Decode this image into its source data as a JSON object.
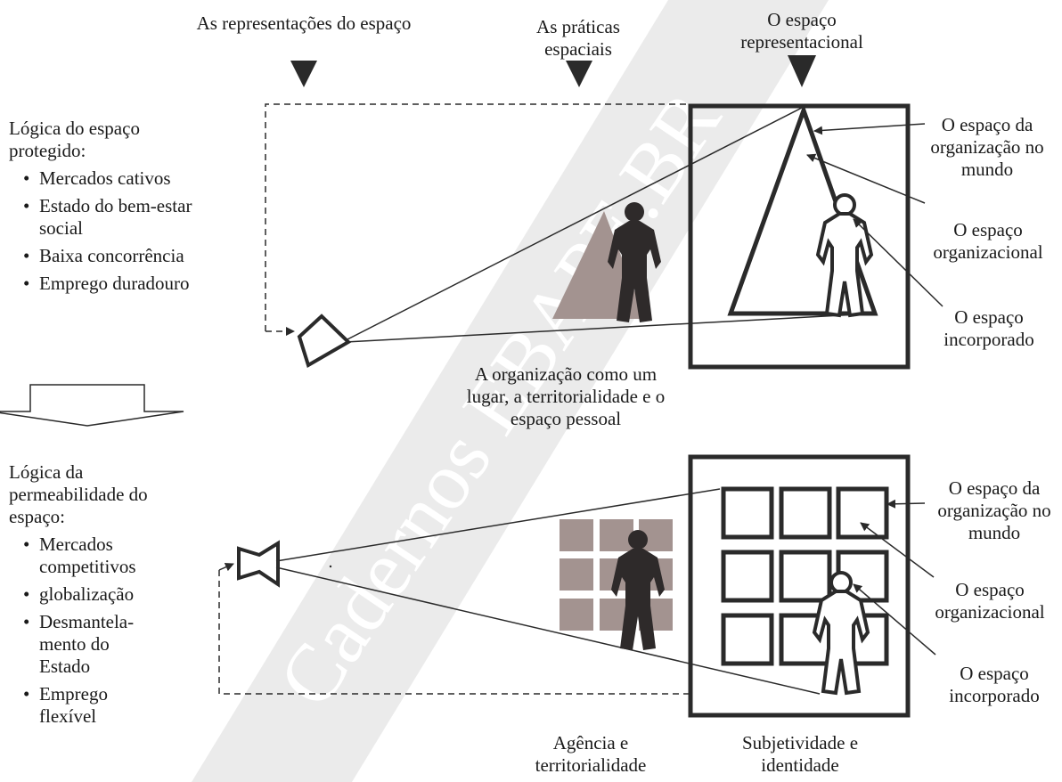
{
  "header": {
    "representations": "As representações do espaço",
    "practices": "As práticas espaciais",
    "representational": "O espaço representacional"
  },
  "top_logic": {
    "title": "Lógica do espaço protegido:",
    "items": [
      "Mercados cativos",
      "Estado do bem-estar social",
      "Baixa concorrência",
      "Emprego duradouro"
    ]
  },
  "bottom_logic": {
    "title": "Lógica da permeabilidade do espaço:",
    "items": [
      "Mercados competitivos",
      "globalização",
      "Desmantela-mento do Estado",
      "Emprego flexível"
    ]
  },
  "top_labels": {
    "world_space": "O espaço da organização no mundo",
    "org_space": "O espaço organizacional",
    "embodied_space": "O espaço incorporado"
  },
  "bottom_labels": {
    "world_space": "O espaço da organização no mundo",
    "org_space": "O espaço organizacional",
    "embodied_space": "O espaço incorporado"
  },
  "middle_caption": "A organização como um lugar, a territorialidade e o espaço pessoal",
  "bottom_captions": {
    "agency": "Agência e territorialidade",
    "subjectivity": "Subjetividade e identidade"
  },
  "watermark": "Cadernos EBAPE.BR",
  "colors": {
    "ink": "#2a2a2a",
    "figure_fill": "#a39390",
    "band": "#e6e6e6"
  }
}
